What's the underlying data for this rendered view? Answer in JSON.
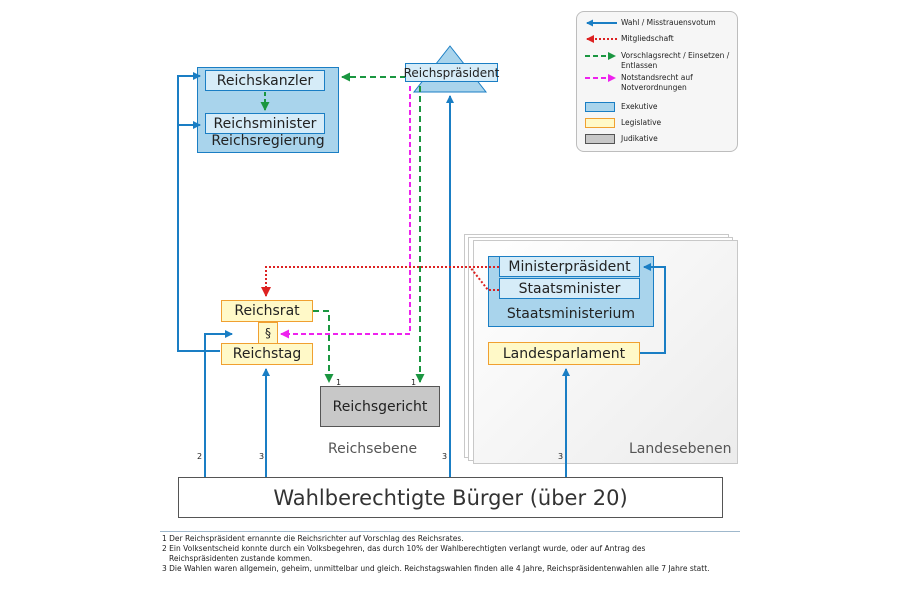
{
  "diagram": {
    "reichskanzler": "Reichskanzler",
    "reichsminister": "Reichsminister",
    "reichsregierung": "Reichsregierung",
    "reichspraesident": "Reichspräsident",
    "reichsrat": "Reichsrat",
    "paragraph": "§",
    "reichstag": "Reichstag",
    "reichsgericht": "Reichsgericht",
    "reichsebene": "Reichsebene",
    "ministerpraesident": "Ministerpräsident",
    "staatsminister": "Staatsminister",
    "staatsministerium": "Staatsministerium",
    "landesparlament": "Landesparlament",
    "landesebenen": "Landesebenen",
    "buerger": "Wahlberechtigte Bürger (über 20)",
    "markers": {
      "one_a": "1",
      "one_b": "1",
      "two": "2",
      "three_a": "3",
      "three_b": "3",
      "three_c": "3"
    }
  },
  "legend": {
    "items": [
      {
        "label": "Wahl / Misstrauensvotum",
        "color": "#1a7ec4",
        "style": "solid"
      },
      {
        "label": "Mitgliedschaft",
        "color": "#dd2222",
        "style": "dotted"
      },
      {
        "label": "Vorschlagsrecht / Einsetzen / Entlassen",
        "color": "#1a9640",
        "style": "dashed"
      },
      {
        "label": "Notstandsrecht auf Notverordnungen",
        "color": "#ee22ee",
        "style": "dashed"
      }
    ],
    "swatches": [
      {
        "label": "Exekutive",
        "color": "#a9d4ec"
      },
      {
        "label": "Legislative",
        "color": "#fff9c8"
      },
      {
        "label": "Judikative",
        "color": "#c8c8c8"
      }
    ]
  },
  "footnotes": [
    "1 Der Reichspräsident ernannte die Reichsrichter auf Vorschlag des Reichsrates.",
    "2 Ein Volksentscheid konnte durch ein Volksbegehren, das durch 10% der Wahlberechtigten verlangt wurde, oder auf Antrag des",
    "Reichspräsidenten zustande kommen.",
    "3 Die Wahlen waren allgemein, geheim, unmittelbar und gleich. Reichstagswahlen finden alle 4 Jahre, Reichspräsidentenwahlen alle 7 Jahre statt."
  ]
}
